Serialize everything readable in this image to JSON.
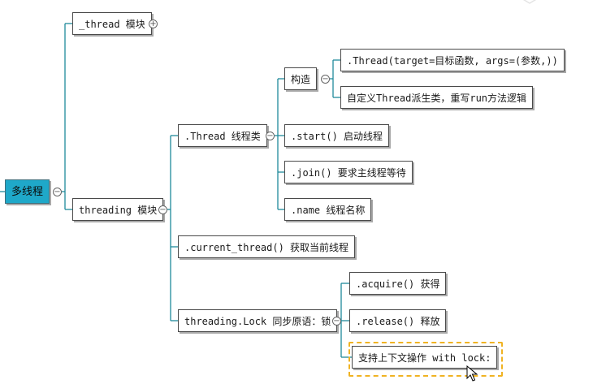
{
  "colors": {
    "connector": "#1f8a9c",
    "root_fill": "#1fa8c9",
    "selection": "#f0b323"
  },
  "nodes": {
    "root": "多线程",
    "thread_module": "_thread 模块",
    "threading_module": "threading 模块",
    "thread_class": ".Thread 线程类",
    "construct": "构造",
    "thread_target": ".Thread(target=目标函数, args=(参数,))",
    "subclass": "自定义Thread派生类，重写run方法逻辑",
    "start": ".start()  启动线程",
    "join": ".join()  要求主线程等待",
    "name": ".name  线程名称",
    "current_thread": ".current_thread()  获取当前线程",
    "lock": "threading.Lock 同步原语：锁",
    "acquire": ".acquire()  获得",
    "release": ".release()  释放",
    "with_lock": "支持上下文操作  with lock:"
  },
  "toggles": {
    "collapsed": "+",
    "expanded": "−"
  },
  "icons": [
    "plus-icon",
    "minus-icon",
    "mouse-cursor-icon"
  ]
}
